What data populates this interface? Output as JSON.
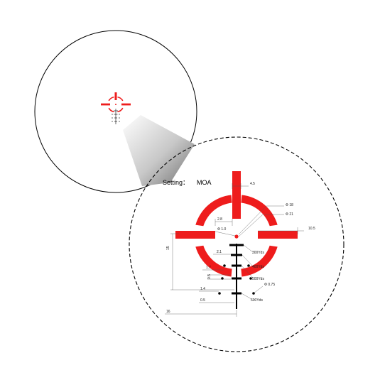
{
  "setting": {
    "label": "Setting：",
    "value": "MOA"
  },
  "colors": {
    "reticle": "#ee1c1c",
    "line": "#000000",
    "dim": "#444444"
  },
  "dimensions": {
    "bar_width": "4.5",
    "outer_dia": "Φ 18",
    "inner_dia": "Φ 21",
    "arm_length": "10.5",
    "gap": "2.8",
    "dot_dia": "Φ 1.0",
    "vertical_15": "15",
    "d_21": "2.1",
    "d_17": "1.7",
    "d_05a": "0.5",
    "d_14": "1.4",
    "d_05b": "0.5",
    "small_dot_dia": "Φ 0.75",
    "total_16": "16"
  },
  "bdc": [
    {
      "label": "300Yds"
    },
    {
      "label": "400Yds"
    },
    {
      "label": "500Yds"
    },
    {
      "label": "600Yds"
    }
  ]
}
